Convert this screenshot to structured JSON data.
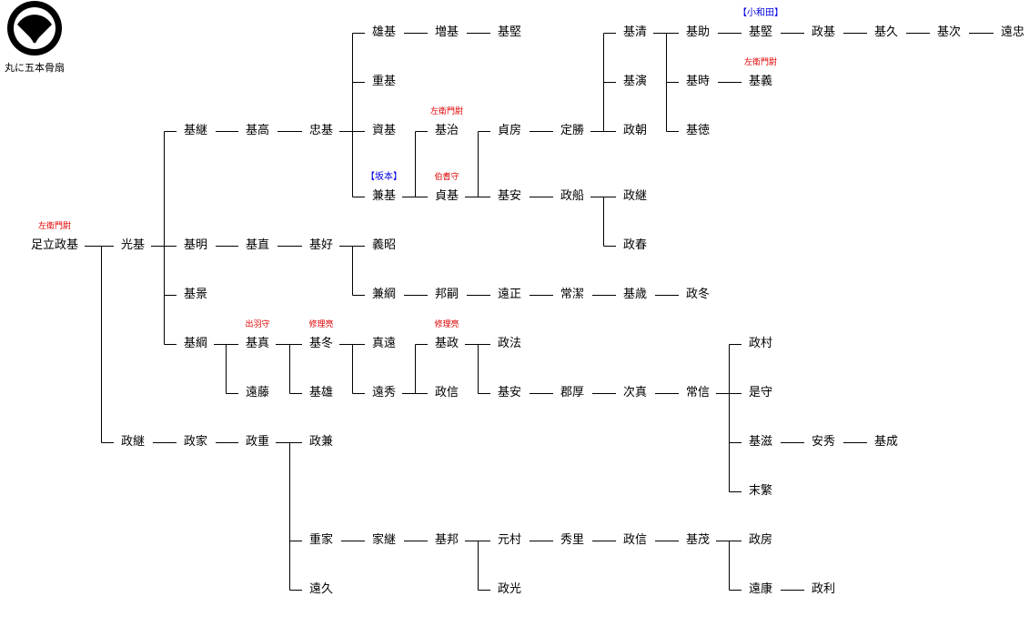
{
  "crest": {
    "label": "丸に五本骨扇",
    "icon": "fan-in-circle-crest"
  },
  "colors": {
    "note": "#e00000",
    "alias": "#0000e0",
    "line": "#000000"
  },
  "nodes": [
    {
      "id": "a",
      "name": "足立政基",
      "parent": null,
      "note": "左衛門尉"
    },
    {
      "id": "b",
      "name": "光基",
      "parent": "a"
    },
    {
      "id": "c",
      "name": "基継",
      "parent": "b"
    },
    {
      "id": "d",
      "name": "基明",
      "parent": "b"
    },
    {
      "id": "e",
      "name": "基景",
      "parent": "b"
    },
    {
      "id": "f",
      "name": "基綱",
      "parent": "b"
    },
    {
      "id": "g",
      "name": "基高",
      "parent": "c"
    },
    {
      "id": "h",
      "name": "忠基",
      "parent": "g"
    },
    {
      "id": "i",
      "name": "雄基",
      "parent": "h"
    },
    {
      "id": "j",
      "name": "重基",
      "parent": "h"
    },
    {
      "id": "k",
      "name": "資基",
      "parent": "h"
    },
    {
      "id": "l",
      "name": "兼基",
      "parent": "h",
      "alias": "【坂本】"
    },
    {
      "id": "m",
      "name": "増基",
      "parent": "i"
    },
    {
      "id": "n",
      "name": "基堅",
      "parent": "m"
    },
    {
      "id": "o",
      "name": "基治",
      "parent": "l",
      "note": "左衛門尉"
    },
    {
      "id": "p",
      "name": "貞基",
      "parent": "l",
      "note": "伯耆守"
    },
    {
      "id": "q",
      "name": "貞房",
      "parent": "p"
    },
    {
      "id": "r",
      "name": "基安",
      "parent": "p"
    },
    {
      "id": "s",
      "name": "定勝",
      "parent": "q"
    },
    {
      "id": "t",
      "name": "政船",
      "parent": "r"
    },
    {
      "id": "u",
      "name": "基清",
      "parent": "s"
    },
    {
      "id": "v",
      "name": "基演",
      "parent": "s"
    },
    {
      "id": "w",
      "name": "政朝",
      "parent": "s"
    },
    {
      "id": "x",
      "name": "政継",
      "parent": "t"
    },
    {
      "id": "y",
      "name": "政春",
      "parent": "t"
    },
    {
      "id": "z",
      "name": "基助",
      "parent": "u"
    },
    {
      "id": "aa",
      "name": "基時",
      "parent": "u"
    },
    {
      "id": "ab",
      "name": "基徳",
      "parent": "u"
    },
    {
      "id": "ac",
      "name": "基堅",
      "parent": "z",
      "alias": "【小和田】"
    },
    {
      "id": "ad",
      "name": "基義",
      "parent": "aa",
      "note": "左衛門尉"
    },
    {
      "id": "ae",
      "name": "政基",
      "parent": "ac"
    },
    {
      "id": "af",
      "name": "基久",
      "parent": "ae"
    },
    {
      "id": "ag",
      "name": "基次",
      "parent": "af"
    },
    {
      "id": "ah",
      "name": "遠忠",
      "parent": "ag"
    },
    {
      "id": "ai",
      "name": "基直",
      "parent": "d"
    },
    {
      "id": "aj",
      "name": "基好",
      "parent": "ai"
    },
    {
      "id": "ak",
      "name": "義昭",
      "parent": "aj"
    },
    {
      "id": "al",
      "name": "兼綱",
      "parent": "aj"
    },
    {
      "id": "am",
      "name": "邦嗣",
      "parent": "al"
    },
    {
      "id": "an",
      "name": "遠正",
      "parent": "am"
    },
    {
      "id": "ao",
      "name": "常潔",
      "parent": "an"
    },
    {
      "id": "ap",
      "name": "基歳",
      "parent": "ao"
    },
    {
      "id": "aq",
      "name": "政冬",
      "parent": "ap"
    },
    {
      "id": "ar",
      "name": "基真",
      "parent": "f",
      "note": "出羽守"
    },
    {
      "id": "as",
      "name": "遠藤",
      "parent": "f"
    },
    {
      "id": "at",
      "name": "基冬",
      "parent": "ar",
      "note": "修理亮"
    },
    {
      "id": "au",
      "name": "基雄",
      "parent": "ar"
    },
    {
      "id": "av",
      "name": "真遠",
      "parent": "at"
    },
    {
      "id": "aw",
      "name": "遠秀",
      "parent": "at"
    },
    {
      "id": "ax",
      "name": "基政",
      "parent": "aw",
      "note": "修理亮"
    },
    {
      "id": "ay",
      "name": "政信",
      "parent": "aw"
    },
    {
      "id": "az",
      "name": "政法",
      "parent": "ax"
    },
    {
      "id": "ba",
      "name": "基安",
      "parent": "ax"
    },
    {
      "id": "bb",
      "name": "郡厚",
      "parent": "ba"
    },
    {
      "id": "bc",
      "name": "次真",
      "parent": "bb"
    },
    {
      "id": "bd",
      "name": "常信",
      "parent": "bc"
    },
    {
      "id": "be",
      "name": "政村",
      "parent": "bd"
    },
    {
      "id": "bf",
      "name": "是守",
      "parent": "bd"
    },
    {
      "id": "bg",
      "name": "基滋",
      "parent": "bd"
    },
    {
      "id": "bh",
      "name": "末繁",
      "parent": "bd"
    },
    {
      "id": "bi",
      "name": "安秀",
      "parent": "bg"
    },
    {
      "id": "bj",
      "name": "基成",
      "parent": "bi"
    },
    {
      "id": "bk",
      "name": "政継",
      "parent": "a"
    },
    {
      "id": "bl",
      "name": "政家",
      "parent": "bk"
    },
    {
      "id": "bm",
      "name": "政重",
      "parent": "bl"
    },
    {
      "id": "bn",
      "name": "政兼",
      "parent": "bm"
    },
    {
      "id": "bo",
      "name": "重家",
      "parent": "bm"
    },
    {
      "id": "bp",
      "name": "遠久",
      "parent": "bm"
    },
    {
      "id": "bq",
      "name": "家継",
      "parent": "bo"
    },
    {
      "id": "br",
      "name": "基邦",
      "parent": "bq"
    },
    {
      "id": "bs",
      "name": "元村",
      "parent": "br"
    },
    {
      "id": "bt",
      "name": "政光",
      "parent": "br"
    },
    {
      "id": "bu",
      "name": "秀里",
      "parent": "bs"
    },
    {
      "id": "bv",
      "name": "政信",
      "parent": "bu"
    },
    {
      "id": "bw",
      "name": "基茂",
      "parent": "bv"
    },
    {
      "id": "bx",
      "name": "政房",
      "parent": "bw"
    },
    {
      "id": "by",
      "name": "遠康",
      "parent": "bw"
    },
    {
      "id": "bz",
      "name": "政利",
      "parent": "by"
    }
  ]
}
